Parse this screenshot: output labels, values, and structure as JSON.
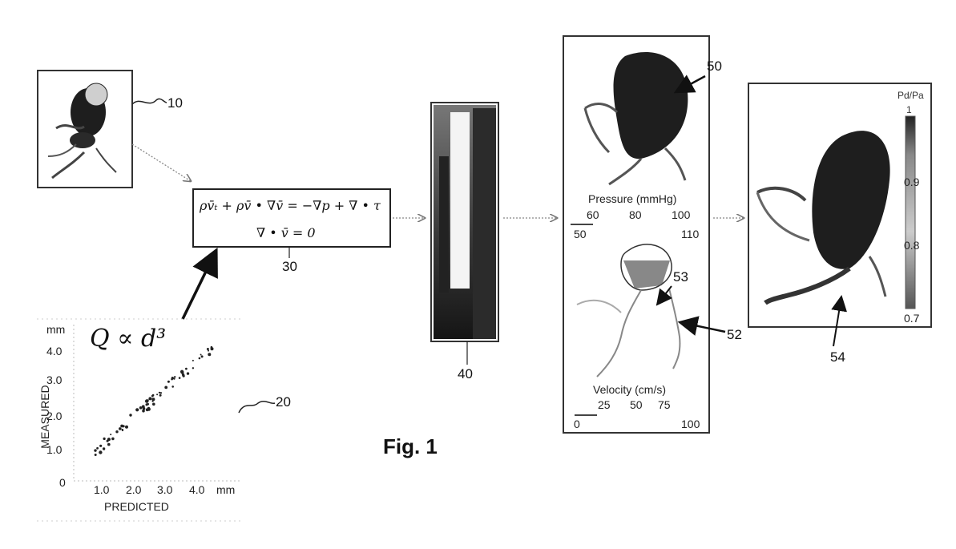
{
  "figure": {
    "caption": "Fig. 1"
  },
  "refs": {
    "r10": "10",
    "r20": "20",
    "r30": "30",
    "r40": "40",
    "r50": "50",
    "r52": "52",
    "r53": "53",
    "r54": "54"
  },
  "equation": {
    "line1": "ρv̄ₜ + ρv̄ • ∇v̄ = −∇p + ∇ • τ",
    "line2": "∇ • v̄ = 0"
  },
  "scatter": {
    "formula": "Q ∝ d³",
    "unit_top": "mm",
    "y_ticks": [
      "4.0",
      "3.0",
      "2.0",
      "1.0",
      "0"
    ],
    "x_ticks": [
      "1.0",
      "2.0",
      "3.0",
      "4.0",
      "mm"
    ],
    "ylabel": "MEASURED",
    "xlabel": "PREDICTED"
  },
  "pressure_panel": {
    "title": "Pressure (mmHg)",
    "ticks_upper": [
      "60",
      "80",
      "100"
    ],
    "ticks_lower": [
      "50",
      "110"
    ]
  },
  "velocity_panel": {
    "title": "Velocity (cm/s)",
    "ticks_upper": [
      "25",
      "50",
      "75"
    ],
    "ticks_lower": [
      "0",
      "100"
    ]
  },
  "ffr_panel": {
    "scale_title": "Pd/Pa",
    "scale_ticks": [
      "1",
      "0.9",
      "0.8",
      "0.7"
    ]
  },
  "colors": {
    "ink": "#111111",
    "organ": "#1e1e1e",
    "vessel": "#555555"
  }
}
